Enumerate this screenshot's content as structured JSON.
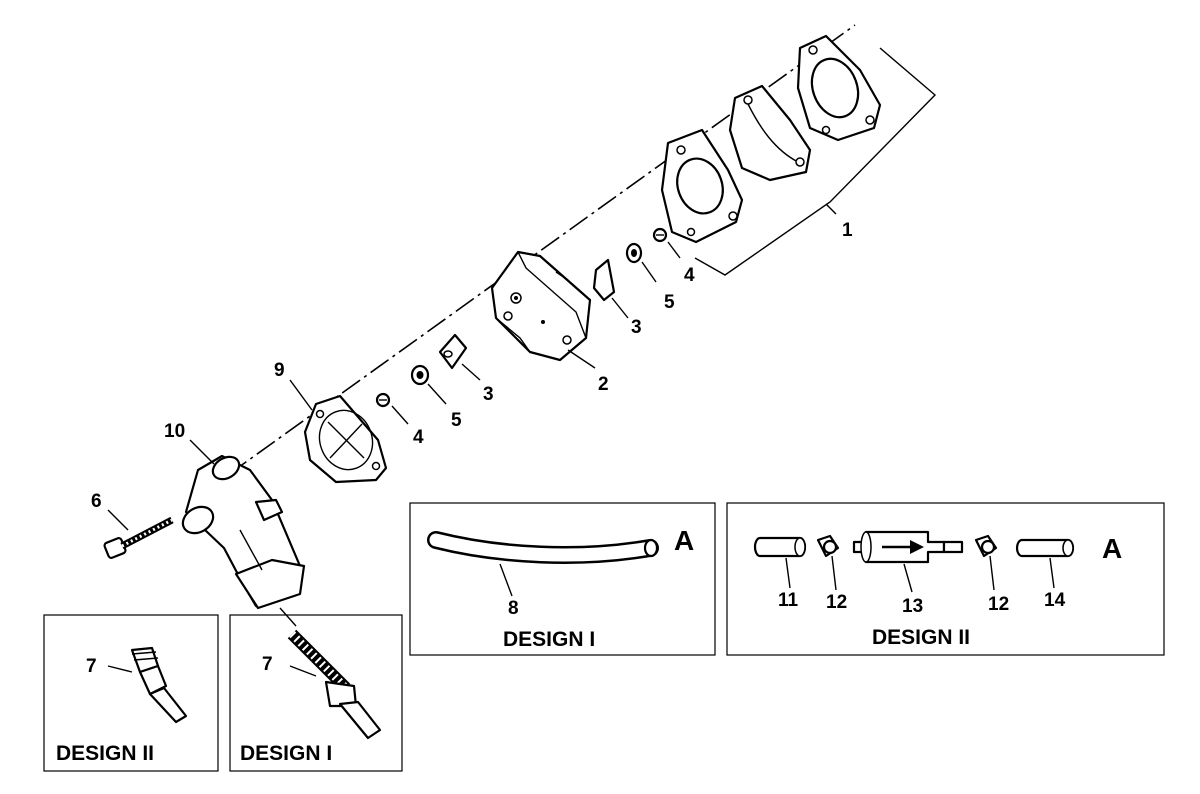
{
  "callouts": {
    "c1": "1",
    "c2": "2",
    "c3a": "3",
    "c3b": "3",
    "c4a": "4",
    "c4b": "4",
    "c5a": "5",
    "c5b": "5",
    "c6": "6",
    "c7a": "7",
    "c7b": "7",
    "c8": "8",
    "c9": "9",
    "c10": "10",
    "c11": "11",
    "c12a": "12",
    "c12b": "12",
    "c13": "13",
    "c14": "14"
  },
  "panels": {
    "hose_design": "DESIGN I",
    "hose_tag": "A",
    "filter_design": "DESIGN II",
    "filter_tag": "A",
    "fitting2_design": "DESIGN II",
    "fitting1_design": "DESIGN I"
  }
}
